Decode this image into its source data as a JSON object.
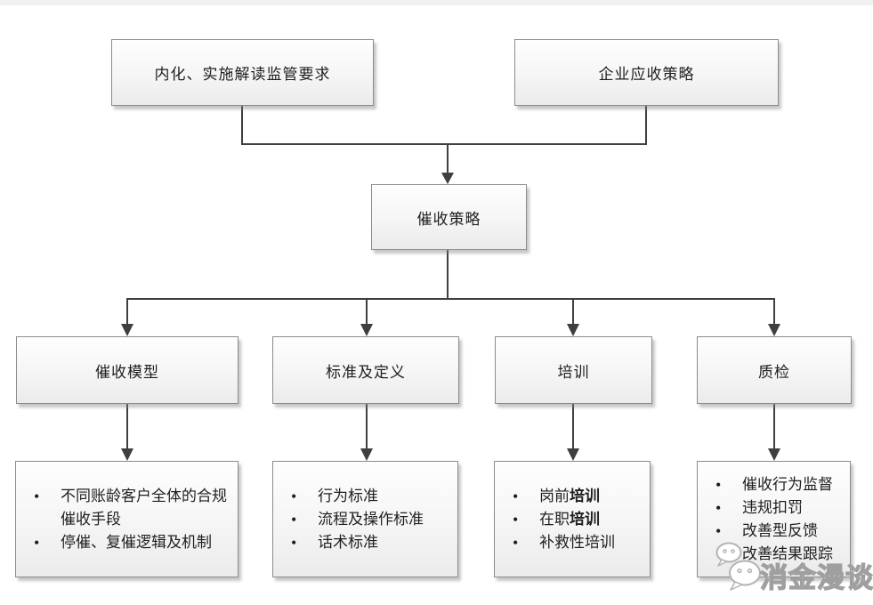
{
  "nodes": {
    "regulatory": {
      "label": "内化、实施解读监管要求"
    },
    "enterprise": {
      "label": "企业应收策略"
    },
    "strategy": {
      "label": "催收策略"
    },
    "model": {
      "label": "催收模型"
    },
    "standards": {
      "label": "标准及定义"
    },
    "training": {
      "label": "培训"
    },
    "qc": {
      "label": "质检"
    }
  },
  "details": {
    "model": {
      "items": [
        [
          {
            "t": "不同账龄客户全体的合规催收手段"
          }
        ],
        [
          {
            "t": "停催、复催逻辑及机制"
          }
        ]
      ]
    },
    "standards": {
      "items": [
        [
          {
            "t": "行为标准"
          }
        ],
        [
          {
            "t": "流程及操作标准"
          }
        ],
        [
          {
            "t": "话术标准"
          }
        ]
      ]
    },
    "training": {
      "items": [
        [
          {
            "t": "岗前"
          },
          {
            "t": "培训",
            "b": true
          }
        ],
        [
          {
            "t": "在职"
          },
          {
            "t": "培训",
            "b": true
          }
        ],
        [
          {
            "t": "补救性培训"
          }
        ]
      ]
    },
    "qc": {
      "items": [
        [
          {
            "t": "催收行为监督"
          }
        ],
        [
          {
            "t": "违规扣罚"
          }
        ],
        [
          {
            "t": "改善型反馈"
          }
        ],
        [
          {
            "t": "改善结果跟踪"
          }
        ]
      ]
    }
  },
  "watermark": {
    "icon": "wechat-chat-bubbles-icon",
    "text": "消金漫谈"
  },
  "colors": {
    "connector": "#3f3f3f",
    "box_border": "#8c8c8c",
    "box_fill_top": "#fefefe",
    "box_fill_bottom": "#ebebeb",
    "text": "#1f1f1f",
    "watermark_outline": "#9f9f9f"
  }
}
